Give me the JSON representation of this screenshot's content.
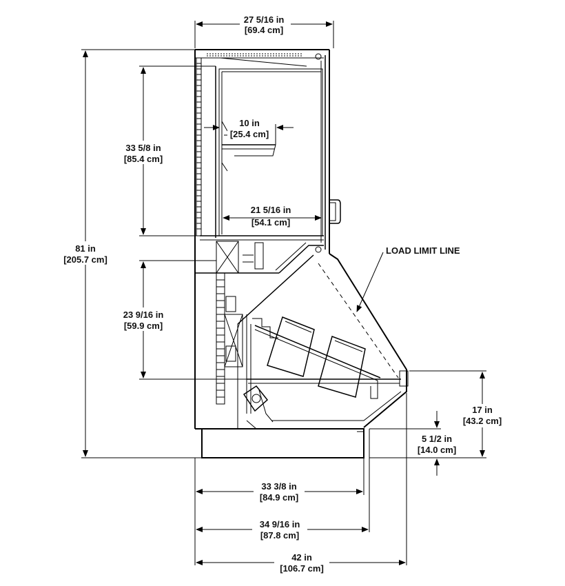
{
  "dimensions": {
    "top_width": {
      "imperial": "27 5/16 in",
      "metric": "[69.4 cm]"
    },
    "overall_height": {
      "imperial": "81 in",
      "metric": "[205.7 cm]"
    },
    "upper_height": {
      "imperial": "33 5/8 in",
      "metric": "[85.4 cm]"
    },
    "shelf_depth": {
      "imperial": "10 in",
      "metric": "[25.4 cm]"
    },
    "upper_inner_width": {
      "imperial": "21 5/16 in",
      "metric": "[54.1 cm]"
    },
    "lower_height": {
      "imperial": "23 9/16 in",
      "metric": "[59.9 cm]"
    },
    "front_height": {
      "imperial": "17 in",
      "metric": "[43.2 cm]"
    },
    "base_height": {
      "imperial": "5 1/2 in",
      "metric": "[14.0 cm]"
    },
    "base_depth": {
      "imperial": "33 3/8 in",
      "metric": "[84.9 cm]"
    },
    "bumper_depth": {
      "imperial": "34 9/16 in",
      "metric": "[87.8 cm]"
    },
    "overall_depth": {
      "imperial": "42 in",
      "metric": "[106.7 cm]"
    }
  },
  "labels": {
    "load_limit": "LOAD LIMIT LINE"
  }
}
